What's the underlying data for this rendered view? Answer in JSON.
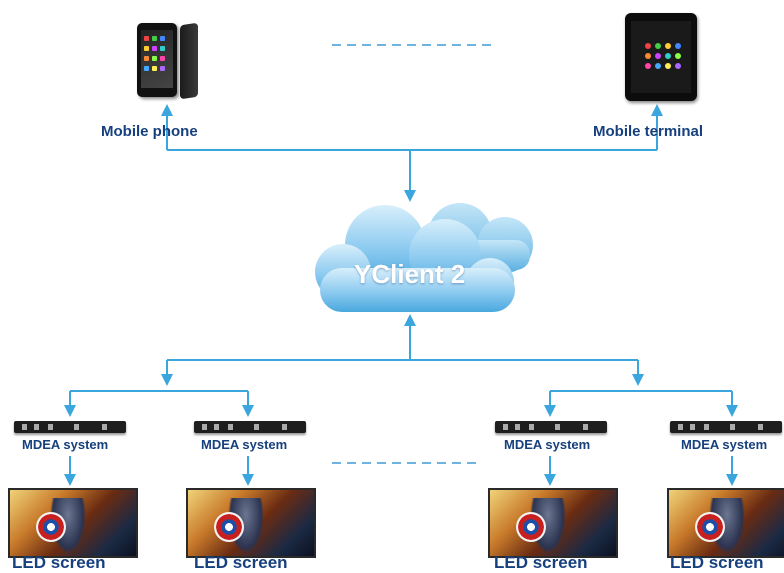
{
  "top": {
    "left_label": "Mobile phone",
    "right_label": "Mobile terminal"
  },
  "cloud": {
    "label": "YClient 2"
  },
  "systems": [
    {
      "mdea_label": "MDEA system",
      "led_label": "LED screen"
    },
    {
      "mdea_label": "MDEA system",
      "led_label": "LED screen"
    },
    {
      "mdea_label": "MDEA system",
      "led_label": "LED screen"
    },
    {
      "mdea_label": "MDEA system",
      "led_label": "LED screen"
    }
  ],
  "colors": {
    "connector": "#3aa6dd",
    "label_text": "#16407e",
    "cloud_light": "#d8effb",
    "cloud_dark": "#4aa8de",
    "dashes": "#6fb3e0"
  }
}
